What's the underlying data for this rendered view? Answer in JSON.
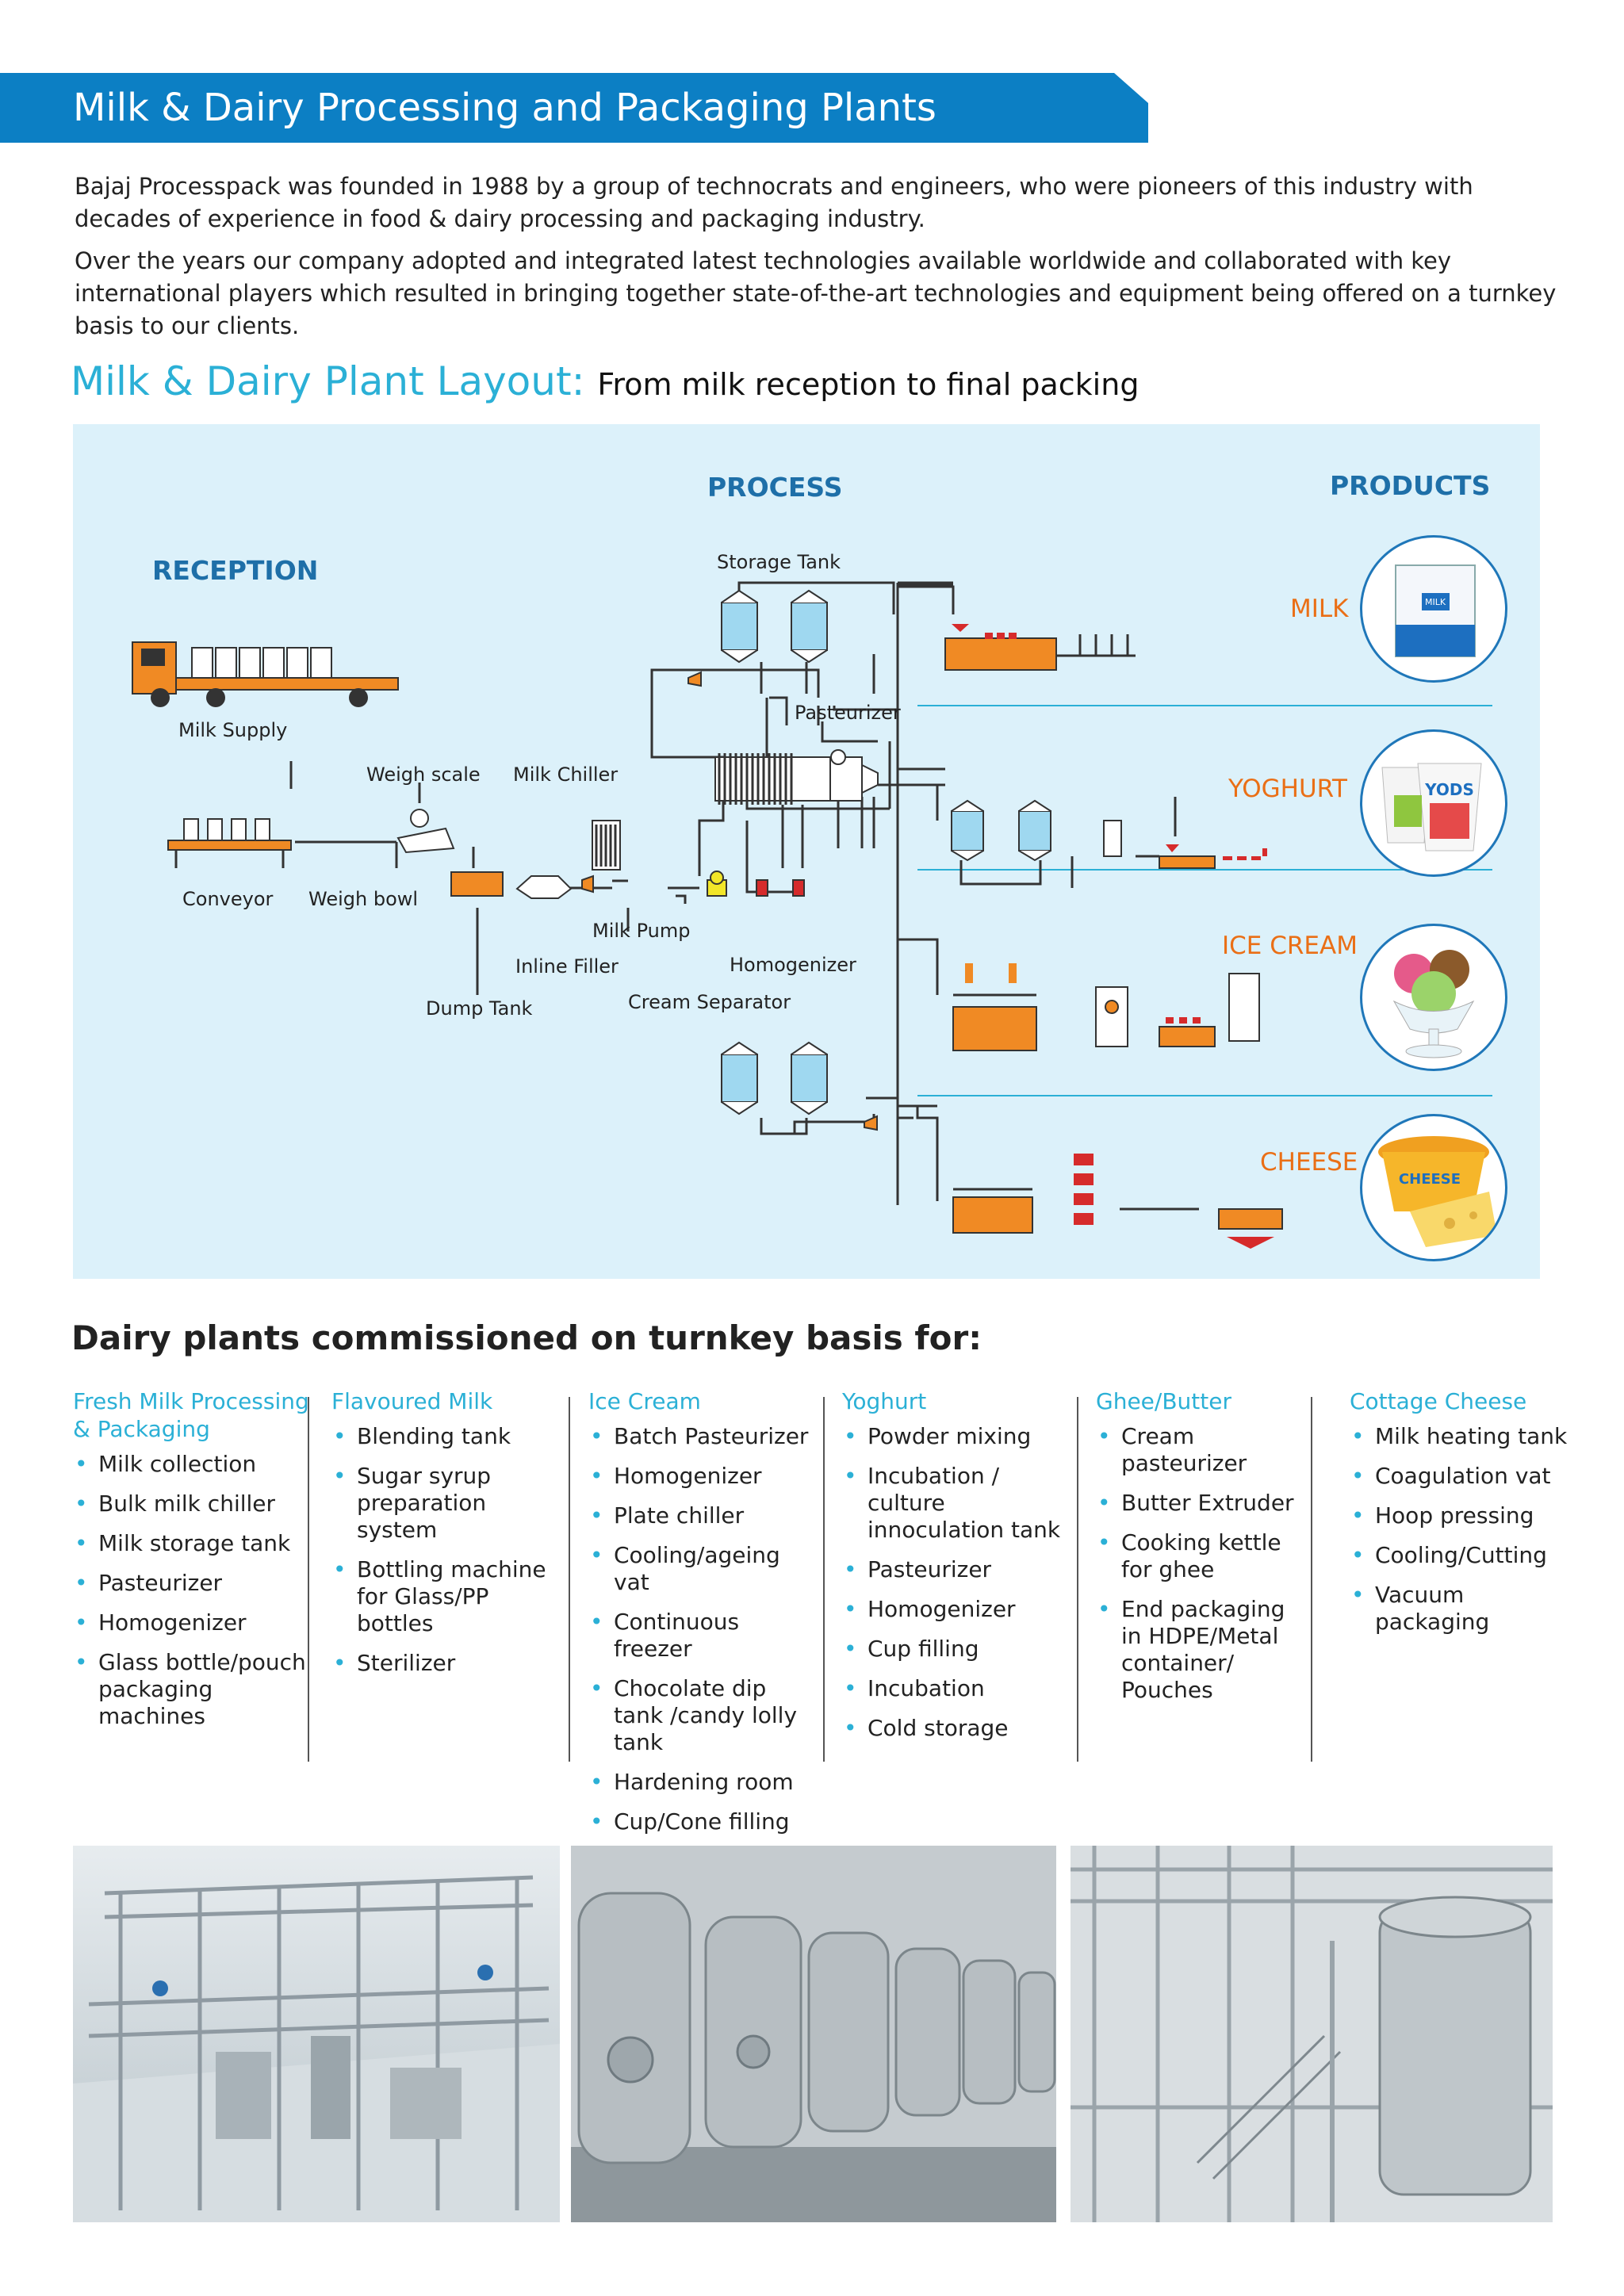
{
  "header": {
    "title": "Milk & Dairy Processing and Packaging Plants"
  },
  "intro": {
    "p1": "Bajaj Processpack was founded in 1988 by a group of technocrats and engineers, who were pioneers of this industry with decades of experience in food & dairy processing and packaging industry.",
    "p2": "Over the years our company adopted and integrated latest technologies available worldwide and collaborated with key international players which resulted in bringing together state-of-the-art technologies and equipment being offered on a turnkey basis to our clients."
  },
  "layout": {
    "title": "Milk & Dairy Plant Layout:",
    "subtitle": "From milk reception to final packing"
  },
  "diagram": {
    "sections": {
      "reception": "RECEPTION",
      "process": "PROCESS",
      "products": "PRODUCTS"
    },
    "labels": {
      "milk_supply": "Milk Supply",
      "conveyor": "Conveyor",
      "weigh_bowl": "Weigh bowl",
      "weigh_scale": "Weigh scale",
      "milk_chiller": "Milk Chiller",
      "milk_pump": "Milk Pump",
      "inline_filler": "Inline Filler",
      "dump_tank": "Dump Tank",
      "storage_tank": "Storage Tank",
      "pasteurizer": "Pasteurizer",
      "homogenizer": "Homogenizer",
      "cream_separator": "Cream Separator"
    },
    "products": [
      "MILK",
      "YOGHURT",
      "ICE CREAM",
      "CHEESE"
    ],
    "colors": {
      "equipment": "#f08a24",
      "tank": "#9fd8f0",
      "pipe": "#333333",
      "divider": "#2bb0d6",
      "valve": "#d62b2b"
    }
  },
  "commissioned": {
    "title": "Dairy plants commissioned on turnkey basis for:",
    "columns": [
      {
        "title": "Fresh Milk Processing & Packaging",
        "items": [
          "Milk collection",
          "Bulk milk chiller",
          "Milk storage tank",
          "Pasteurizer",
          "Homogenizer",
          "Glass bottle/pouch packaging machines"
        ]
      },
      {
        "title": "Flavoured Milk",
        "items": [
          "Blending tank",
          "Sugar syrup preparation system",
          "Bottling machine for Glass/PP bottles",
          "Sterilizer"
        ]
      },
      {
        "title": "Ice Cream",
        "items": [
          "Batch Pasteurizer",
          "Homogenizer",
          "Plate chiller",
          "Cooling/ageing vat",
          "Continuous freezer",
          "Chocolate dip tank /candy lolly tank",
          "Hardening room",
          "Cup/Cone filling"
        ]
      },
      {
        "title": "Yoghurt",
        "items": [
          "Powder mixing",
          "Incubation / culture innoculation tank",
          "Pasteurizer",
          "Homogenizer",
          "Cup filling",
          "Incubation",
          "Cold storage"
        ]
      },
      {
        "title": "Ghee/Butter",
        "items": [
          "Cream pasteurizer",
          "Butter Extruder",
          "Cooking kettle for ghee",
          "End packaging in HDPE/Metal container/ Pouches"
        ]
      },
      {
        "title": "Cottage Cheese",
        "items": [
          "Milk heating tank",
          "Coagulation vat",
          "Hoop pressing",
          "Cooling/Cutting",
          "Vacuum packaging"
        ]
      }
    ]
  },
  "images": {
    "milk_pack_text": "MILK",
    "yoghurt_brand": "YODS",
    "cheese_brand": "CHEESE"
  }
}
